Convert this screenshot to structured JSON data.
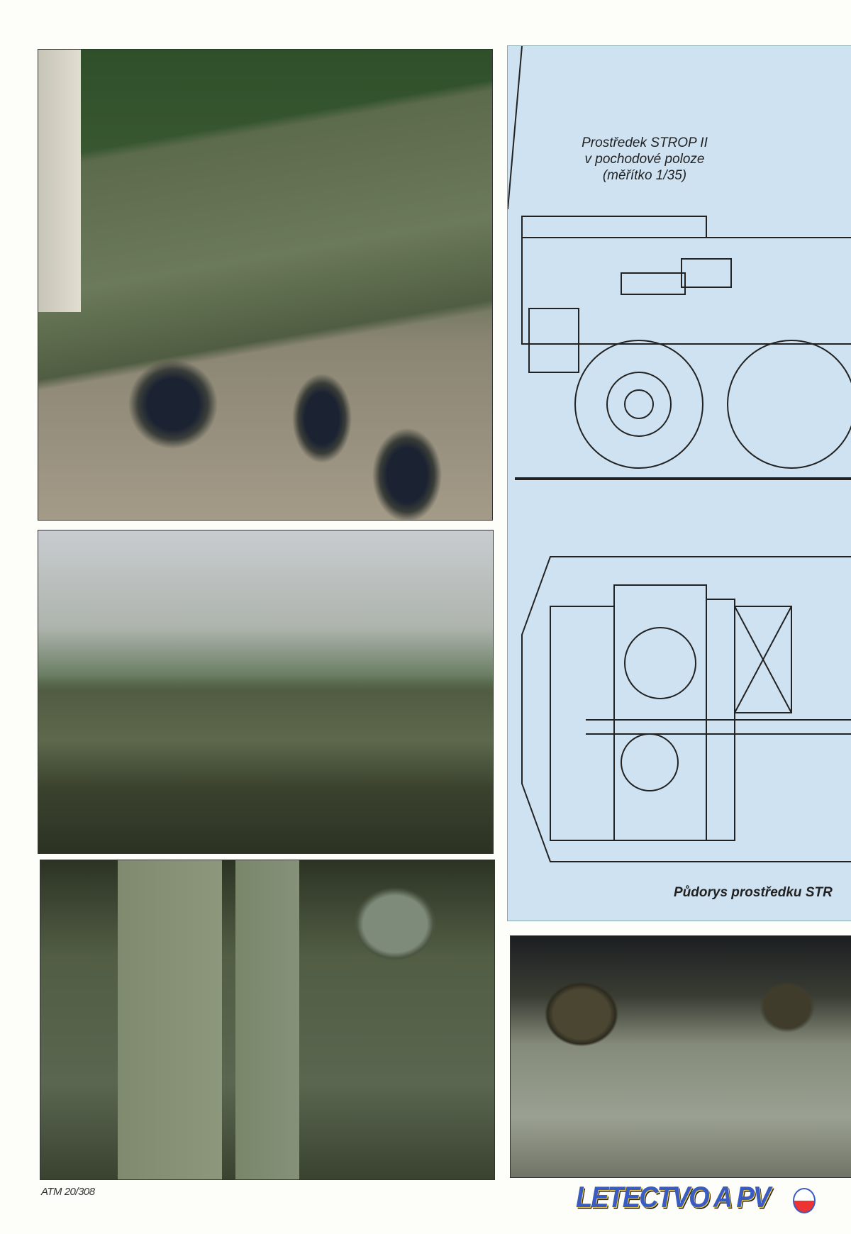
{
  "photos": [
    {
      "name": "side-view-photo"
    },
    {
      "name": "turret-photo"
    },
    {
      "name": "top-detail-photo"
    },
    {
      "name": "hatch-detail-photo"
    }
  ],
  "drawing_panel": {
    "caption_side": [
      "Prostředek STROP II",
      "v pochodové poloze",
      "(měřítko 1/35)"
    ],
    "caption_plan": "Půdorys prostředku STR"
  },
  "footer": {
    "issue": "ATM 20/308",
    "logo_text": "LETECTVO A PV",
    "logo_colors": {
      "blue": "#3a5bc2",
      "red": "#e33333"
    }
  }
}
